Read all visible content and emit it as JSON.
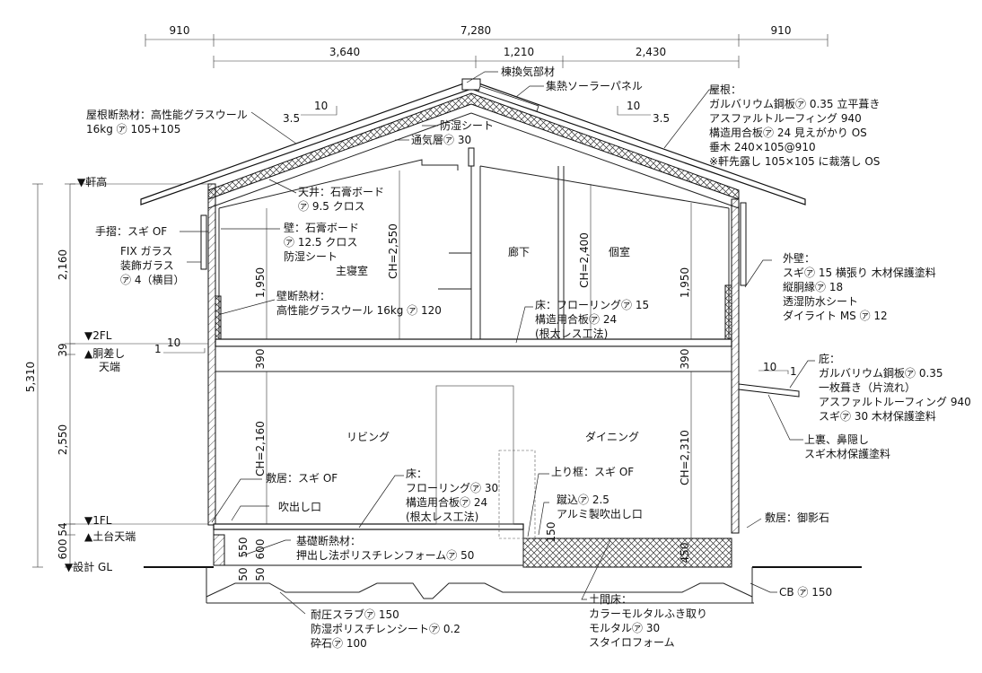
{
  "dimensions": {
    "top_row1": [
      "910",
      "7,280",
      "910"
    ],
    "top_row2": [
      "3,640",
      "1,210",
      "2,430"
    ],
    "left_total": "5,310",
    "left_parts": [
      "2,160",
      "39",
      "2,550",
      "54",
      "600"
    ],
    "inner": {
      "ch_2550": "CH=2,550",
      "ch_2400": "CH=2,400",
      "d1950_left": "1,950",
      "d1950_right": "1,950",
      "d390_left": "390",
      "d390_right": "390",
      "ch_2160": "CH=2,160",
      "ch_2310": "CH=2,310",
      "d450": "450",
      "d150": "150",
      "d50a": "50",
      "d550": "550",
      "d600": "600",
      "d50b": "50"
    }
  },
  "levels": {
    "noki": "▼軒高",
    "fl2": "▼2FL",
    "dosashi": "▲胴差し",
    "dosashi2": "天端",
    "fl1": "▼1FL",
    "dodai": "▲土台天端",
    "gl": "▼設計 GL"
  },
  "slopes": {
    "left_run": "10",
    "left_rise": "3.5",
    "right_run": "10",
    "right_rise": "3.5",
    "eave_left_run": "10",
    "eave_left_rise": "1",
    "eave_right_run": "10",
    "eave_right_rise": "1"
  },
  "rooms": {
    "master": "主寝室",
    "hall": "廊下",
    "private": "個室",
    "living": "リビング",
    "dining": "ダイニング"
  },
  "annotations": {
    "vent": "棟換気部材",
    "solar": "集熱ソーラーパネル",
    "roof_insul": [
      "屋根断熱材：高性能グラスウール",
      "16kg ㋐ 105+105"
    ],
    "moisture_sheet": "防湿シート",
    "air_layer": "通気層㋐ 30",
    "roof": [
      "屋根：",
      "ガルバリウム鋼板㋐ 0.35 立平葺き",
      "アスファルトルーフィング 940",
      "構造用合板㋐ 24 見えがかり OS",
      "垂木 240×105@910",
      "※軒先露し 105×105 に裁落し OS"
    ],
    "ceiling": [
      "天井：石膏ボード",
      "㋐ 9.5 クロス"
    ],
    "handrail": "手摺：スギ OF",
    "wall": [
      "壁：石膏ボード",
      "㋐ 12.5 クロス",
      "防湿シート"
    ],
    "fix_glass": [
      "FIX ガラス",
      "装飾ガラス",
      "㋐ 4（横目）"
    ],
    "wall_insul": [
      "壁断熱材：",
      "高性能グラスウール 16kg ㋐ 120"
    ],
    "floor2": [
      "床：フローリング㋐ 15",
      "構造用合板㋐ 24",
      "(根太レス工法)"
    ],
    "ext_wall": [
      "外壁：",
      "スギ㋐ 15 横張り 木材保護塗料",
      "縦胴縁㋐ 18",
      "透湿防水シート",
      "ダイライト MS ㋐ 12"
    ],
    "canopy": [
      "庇：",
      "ガルバリウム鋼板㋐ 0.35",
      "一枚葺き（片流れ）",
      "アスファルトルーフィング 940",
      "スギ㋐ 30 木材保護塗料"
    ],
    "soffit": [
      "上裏、鼻隠し",
      "スギ木材保護塗料"
    ],
    "shikii_left": "敷居：スギ OF",
    "outlet": "吹出し口",
    "floor1": [
      "床：",
      "フローリング㋐ 30",
      "構造用合板㋐ 24",
      "(根太レス工法)"
    ],
    "agarigamachi": "上り框：スギ OF",
    "kerikomi": [
      "蹴込㋐ 2.5",
      "アルミ製吹出し口"
    ],
    "shikii_right": "敷居：御影石",
    "found_insul": [
      "基礎断熱材：",
      "押出し法ポリスチレンフォーム㋐ 50"
    ],
    "slab": [
      "耐圧スラブ㋐ 150",
      "防湿ポリスチレンシート㋐ 0.2",
      "砕石㋐ 100"
    ],
    "doma": [
      "土間床：",
      "カラーモルタルふき取り",
      "モルタル㋐ 30",
      "スタイロフォーム"
    ],
    "cb": "CB ㋐ 150"
  }
}
